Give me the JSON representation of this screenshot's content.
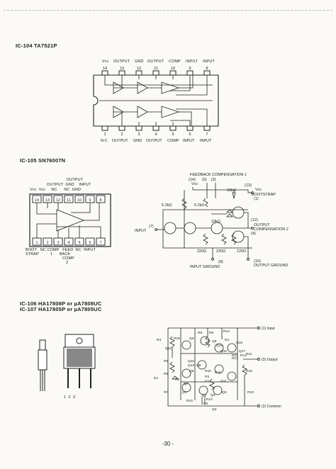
{
  "page_number": "-30 -",
  "ic104": {
    "title": "IC-104  TA7521P",
    "top_labels": [
      "Vcc",
      "OUTPUT",
      "GND",
      "OUTPUT",
      "COMP",
      "INPUT",
      "INPUT"
    ],
    "top_pins": [
      "14",
      "13",
      "12",
      "11",
      "10",
      "9",
      "8"
    ],
    "bottom_pins": [
      "1",
      "2",
      "3",
      "4",
      "5",
      "6",
      "7"
    ],
    "bottom_labels": [
      "N-C",
      "OUTPUT",
      "GND",
      "OUTPUT",
      "COMP",
      "INPUT",
      "INPUT"
    ]
  },
  "ic105": {
    "title": "IC-105  SN76007N",
    "label_output": "OUTPUT",
    "label_output_gnd_input": "OUTPUT  GND    INPUT",
    "label_vcc_nc": "Vcc  Vcc     NC      NC  GND",
    "top_pins": [
      "14",
      "13",
      "12",
      "11",
      "10",
      "9",
      "8"
    ],
    "bottom_pins": [
      "1",
      "2",
      "3",
      "4",
      "5",
      "6",
      "7"
    ],
    "bottom_label_1": "BOOT   NC COMP   FEED  NC  INPUT",
    "bottom_label_2": "STRAP          1      BACK",
    "bottom_label_3": "COMP",
    "bottom_label_4": "2",
    "schematic": {
      "header": "FEEDBACK  COMPENSATION 1",
      "pin_nums": "(14)      (5)    (3)",
      "vcc": "Vcc",
      "r_10k": "10kΩ",
      "pin13": "(13)",
      "pin13_vcc": "Vcc",
      "bootstrap": "BOOTSTRAP",
      "pin1": "(1)",
      "r_6k2_a": "6.2kΩ",
      "r_6k2_b": "6.2kΩ",
      "pin12": "(12)",
      "output": "OUTPUT",
      "compensation2": "COMPENSATION 2",
      "pin4": "(4)",
      "pin7": "(7)",
      "input": "INPUT",
      "r_10k2": "10kΩ",
      "r_220a": "220Ω",
      "r_220b": "220Ω",
      "r_120": "120Ω",
      "pin8": "(8)",
      "input_ground": "INPUT GROUND",
      "pin10": "(10)",
      "output_ground": "OUTPUT GROUND"
    }
  },
  "ic106": {
    "title_line1": "IC-106 HA17808P or µA7808UC",
    "title_line2": "IC-107 HA17805P or µA7805UC",
    "pin_labels": "1  2  3",
    "schematic": {
      "input": "(1) Input",
      "output": "(3) Output",
      "common": "(2) Common",
      "components": [
        "R8",
        "R9",
        "R13",
        "R4",
        "R18",
        "Q3",
        "Q9",
        "D2",
        "Q14",
        "Q16",
        "Q12",
        "Q15",
        "Q17",
        "R21",
        "R12",
        "R11",
        "R17",
        "R5",
        "Q10",
        "Q13",
        "Q8",
        "Q6",
        "R15",
        "R16",
        "R20",
        "D1",
        "R6",
        "R2",
        "R1",
        "C1",
        "Q11",
        "Q7",
        "R7",
        "Q1",
        "Q2",
        "Q4",
        "Q5",
        "R14",
        "R10",
        "R3",
        "R19",
        "Q3"
      ]
    }
  }
}
